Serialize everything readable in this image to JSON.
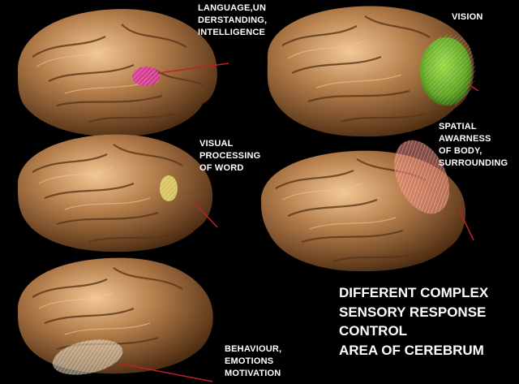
{
  "title": "DIFFERENT COMPLEX\nSENSORY RESPONSE\nCONTROL\nAREA  OF CEREBRUM",
  "labels": {
    "language": "LANGUAGE,UN\nDERSTANDING,\nINTELLIGENCE",
    "vision": "VISION",
    "visual_word": "VISUAL\nPROCESSING\nOF WORD",
    "spatial": "SPATIAL\nAWARNESS\nOF BODY,\nSURROUNDING",
    "behaviour": "BEHAVIOUR,\nEMOTIONS\nMOTIVATION"
  },
  "colors": {
    "background": "#000000",
    "brain": "#b27c4a",
    "brain_shadow": "#5a3618",
    "brain_highlight": "#f2c896",
    "language_region": "#d8329a",
    "vision_region": "#6fbf2a",
    "visual_word_region": "#e8e070",
    "spatial_region": "#f08a7a",
    "behaviour_region": "#f0e4c8",
    "pointer": "#c0202a",
    "text": "#ffffff"
  }
}
